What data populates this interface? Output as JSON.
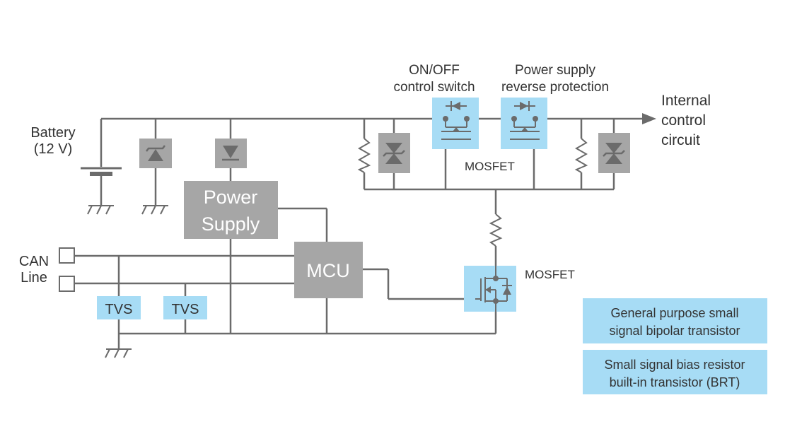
{
  "colors": {
    "wire": "#6b6b6b",
    "gray_block": "#a6a6a6",
    "highlight": "#a7dcf5"
  },
  "labels": {
    "battery": [
      "Battery",
      "(12 V)"
    ],
    "internal": [
      "Internal",
      "control",
      "circuit"
    ],
    "onoff": [
      "ON/OFF",
      "control switch"
    ],
    "reverse": [
      "Power supply",
      "reverse protection"
    ],
    "mosfet_top": "MOSFET",
    "mosfet_bottom": "MOSFET",
    "can": [
      "CAN",
      "Line"
    ]
  },
  "blocks": {
    "power_supply": [
      "Power",
      "Supply"
    ],
    "mcu": "MCU",
    "tvs1": "TVS",
    "tvs2": "TVS"
  },
  "legend": [
    [
      "General purpose small",
      "signal bipolar transistor"
    ],
    [
      "Small signal bias resistor",
      "built-in transistor (BRT)"
    ]
  ]
}
